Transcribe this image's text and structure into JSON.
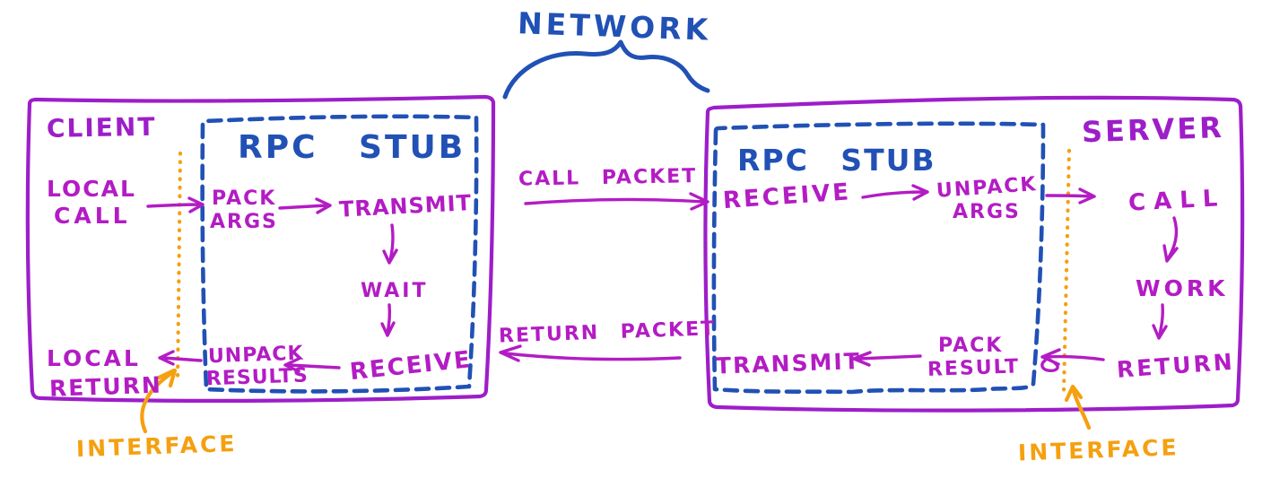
{
  "colors": {
    "purple": "#9d1ec9",
    "magenta": "#b31cc4",
    "blue": "#2151b5",
    "orange": "#f5a00f"
  },
  "network": {
    "label": "NETWORK"
  },
  "packets": {
    "call_packet": "CALL PACKET",
    "return_packet": "RETURN PACKET"
  },
  "client": {
    "title": "CLIENT",
    "stub_title": "RPC STUB",
    "interface_label": "INTERFACE",
    "local_call": [
      "LOCAL",
      "CALL"
    ],
    "pack_args": [
      "PACK",
      "ARGS"
    ],
    "transmit": "TRANSMIT",
    "wait": "WAIT",
    "receive": "RECEIVE",
    "unpack_results": [
      "UNPACK",
      "RESULTS"
    ],
    "local_return": [
      "LOCAL",
      "RETURN"
    ]
  },
  "server": {
    "title": "SERVER",
    "stub_title": "RPC STUB",
    "interface_label": "INTERFACE",
    "receive": "RECEIVE",
    "unpack_args": [
      "UNPACK",
      "ARGS"
    ],
    "call": "CALL",
    "work": "WORK",
    "return": "RETURN",
    "pack_result": [
      "PACK",
      "RESULT"
    ],
    "transmit": "TRANSMIT"
  }
}
